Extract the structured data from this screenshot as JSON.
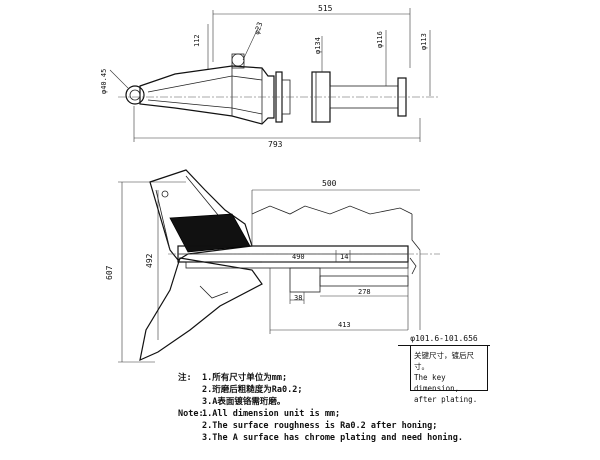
{
  "dimensions": {
    "overall_top": "515",
    "d_112": "112",
    "d_phi23": "φ23",
    "d_phi40": "φ40.45",
    "d_phi134": "φ134",
    "d_phi116": "φ116",
    "d_phi113": "φ113",
    "d_bottom_top": "793",
    "d_500": "500",
    "d_607": "607",
    "d_492": "492",
    "d_490": "490",
    "d_14": "14",
    "d_38": "38",
    "d_278": "278",
    "d_413": "413"
  },
  "tolerance": "φ101.6-101.656",
  "key_note": {
    "line1": "关键尺寸，镀后尺寸。",
    "line2": "The key dimension,",
    "line3": "after plating."
  },
  "notes": {
    "zh_label": "注:",
    "zh_1": "1.所有尺寸单位为mm;",
    "zh_2": "2.珩磨后粗糙度为Ra0.2;",
    "zh_3": "3.A表面镀铬需珩磨。",
    "en_label": "Note:",
    "en_1": "1.All dimension unit is mm;",
    "en_2": "2.The surface roughness is Ra0.2 after honing;",
    "en_3": "3.The A surface has chrome plating and need honing."
  }
}
